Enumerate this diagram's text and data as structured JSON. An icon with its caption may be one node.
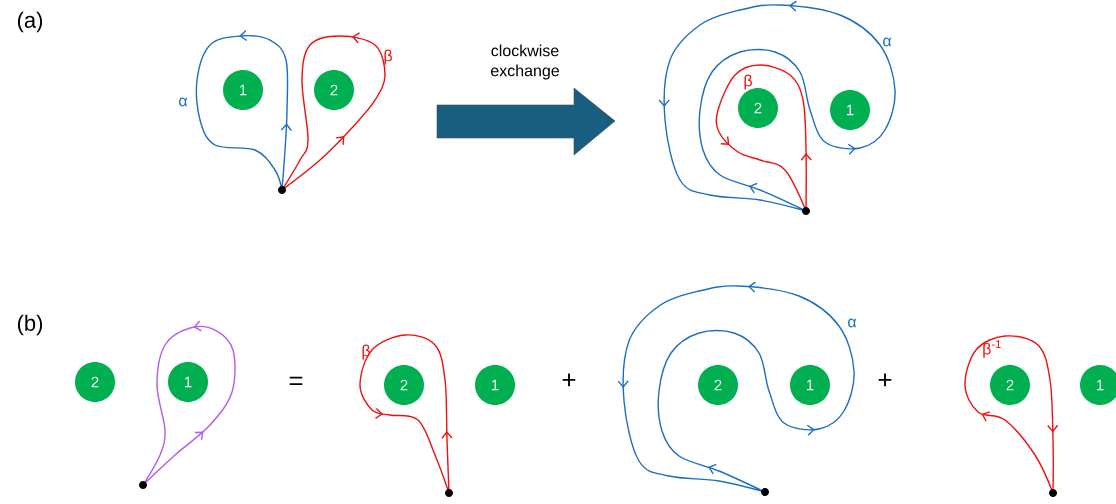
{
  "diagram": {
    "nodes": [
      {
        "text": [
          "1"
        ]
      },
      {
        "text": [
          "2"
        ]
      },
      {
        "text": [
          "2"
        ]
      },
      {
        "text": [
          "1"
        ]
      },
      {
        "text": [
          "2"
        ]
      },
      {
        "text": [
          "1"
        ]
      },
      {
        "text": [
          "2"
        ]
      },
      {
        "text": [
          "1"
        ]
      },
      {
        "text": [
          "2"
        ]
      },
      {
        "text": [
          "1"
        ]
      },
      {
        "text": [
          "2"
        ]
      },
      {
        "text": [
          "1"
        ]
      }
    ],
    "labels": [
      "(a)",
      "α",
      "β",
      "clockwise exchange",
      "β",
      "α",
      "(b)",
      "β",
      "=",
      "+",
      "α",
      "+",
      "β$^{-1}$"
    ]
  }
}
